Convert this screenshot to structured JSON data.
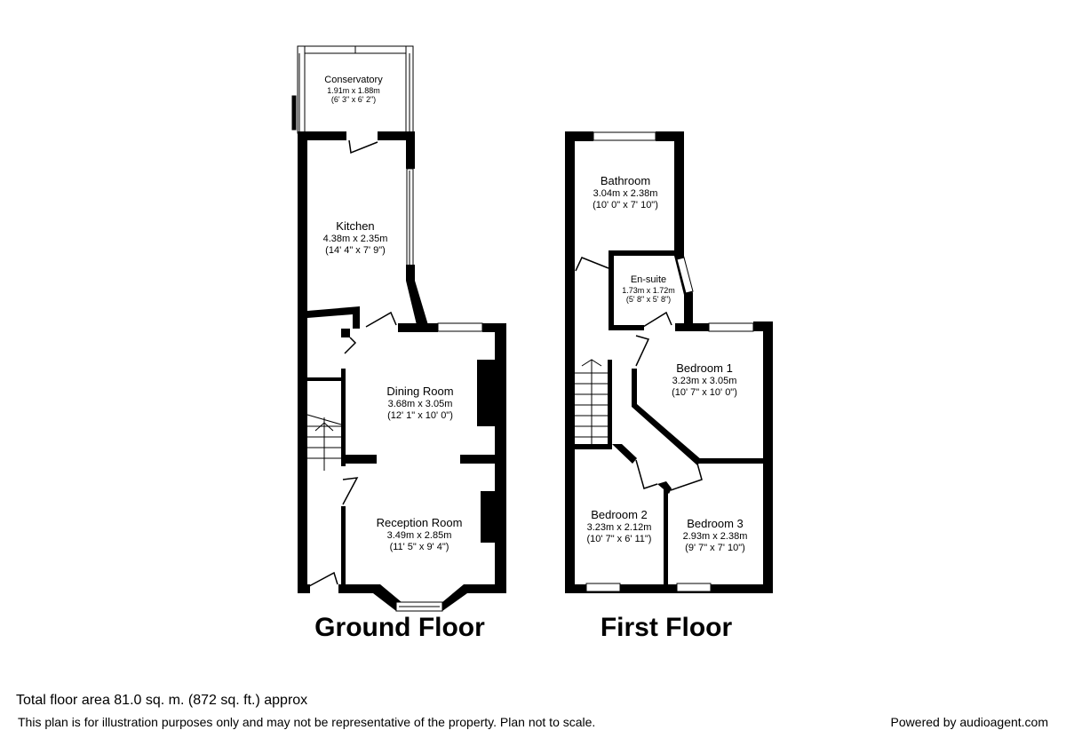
{
  "floors": [
    {
      "title": "Ground Floor",
      "rooms": [
        {
          "name": "Conservatory",
          "metric": "1.91m x 1.88m",
          "imperial": "(6' 3\" x 6' 2\")"
        },
        {
          "name": "Kitchen",
          "metric": "4.38m x 2.35m",
          "imperial": "(14' 4\" x 7' 9\")"
        },
        {
          "name": "Dining Room",
          "metric": "3.68m x 3.05m",
          "imperial": "(12' 1\" x 10' 0\")"
        },
        {
          "name": "Reception Room",
          "metric": "3.49m x 2.85m",
          "imperial": "(11' 5\" x 9' 4\")"
        }
      ]
    },
    {
      "title": "First Floor",
      "rooms": [
        {
          "name": "Bathroom",
          "metric": "3.04m x 2.38m",
          "imperial": "(10' 0\" x 7' 10\")"
        },
        {
          "name": "En-suite",
          "metric": "1.73m x 1.72m",
          "imperial": "(5' 8\" x 5' 8\")"
        },
        {
          "name": "Bedroom 1",
          "metric": "3.23m x 3.05m",
          "imperial": "(10' 7\" x 10' 0\")"
        },
        {
          "name": "Bedroom 2",
          "metric": "3.23m x 2.12m",
          "imperial": "(10' 7\" x 6' 11\")"
        },
        {
          "name": "Bedroom 3",
          "metric": "2.93m x 2.38m",
          "imperial": "(9' 7\" x 7' 10\")"
        }
      ]
    }
  ],
  "footer": {
    "total_area": "Total floor area 81.0 sq. m. (872 sq. ft.) approx",
    "disclaimer": "This plan is for illustration purposes only and may not be representative of the property. Plan not to scale.",
    "powered_by": "Powered by audioagent.com"
  }
}
